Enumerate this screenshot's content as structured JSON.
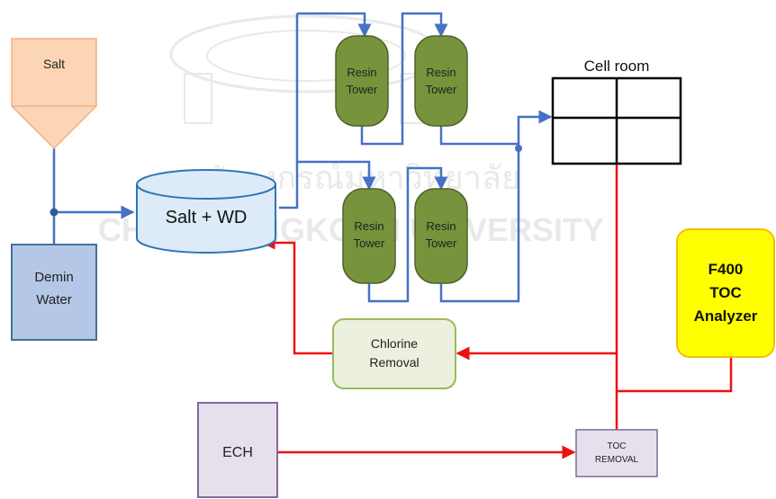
{
  "diagram": {
    "salt_label": "Salt",
    "demin_label": [
      "Demin",
      "Water"
    ],
    "tank_label": "Salt + WD",
    "resin_towers": [
      {
        "line1": "Resin",
        "line2": "Tower"
      },
      {
        "line1": "Resin",
        "line2": "Tower"
      },
      {
        "line1": "Resin",
        "line2": "Tower"
      },
      {
        "line1": "Resin",
        "line2": "Tower"
      }
    ],
    "cell_room_label": "Cell room",
    "chlorine_removal_label": [
      "Chlorine",
      "Removal"
    ],
    "ech_label": "ECH",
    "toc_removal_label": [
      "TOC",
      "REMOVAL"
    ],
    "analyzer_label": [
      "F400",
      "TOC",
      "Analyzer"
    ],
    "watermark_thai": "จุฬาลงกรณ์มหาวิทยาลัย",
    "watermark_en": "CHULALONGKORN UNIVERSITY"
  },
  "colors": {
    "blue_line": "#4472c4",
    "red_line": "#ee1111",
    "salt_fill": "#fbd5b5",
    "salt_stroke": "#f4b183",
    "tank_fill": "#dcebf7",
    "tank_stroke": "#2e75b6",
    "demin_fill": "#b4c7e7",
    "demin_stroke": "#41719c",
    "resin_fill": "#77933c",
    "resin_stroke": "#4f6228",
    "chlorine_fill": "#ebf1de",
    "chlorine_stroke": "#9bbb59",
    "ech_fill": "#e6e0ec",
    "ech_stroke": "#7f6a9a",
    "analyzer_fill": "#ffff00",
    "analyzer_stroke": "#f0c000"
  }
}
